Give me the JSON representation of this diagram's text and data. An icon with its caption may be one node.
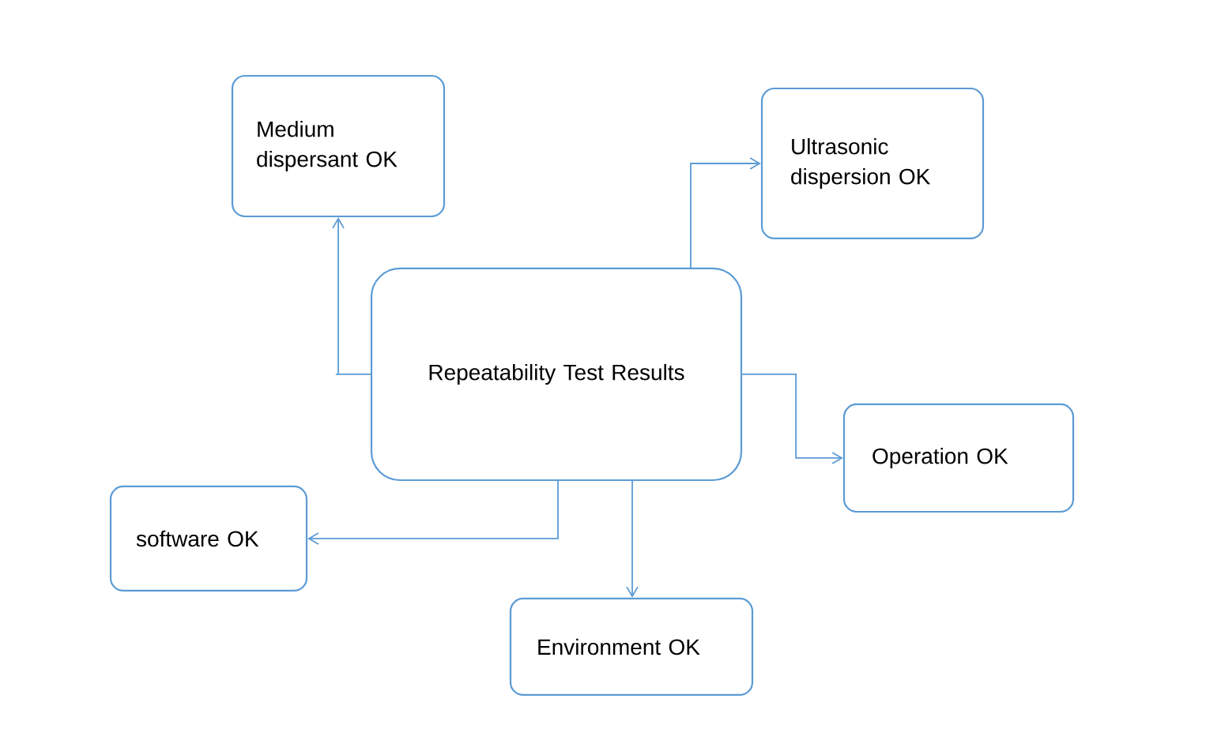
{
  "diagram": {
    "nodes": [
      {
        "text": [
          "Repeatability Test Results"
        ]
      },
      {
        "text": [
          "Medium dispersant OK"
        ]
      },
      {
        "text": [
          "Ultrasonic dispersion OK"
        ]
      },
      {
        "text": [
          "Operation OK"
        ]
      },
      {
        "text": [
          "software OK"
        ]
      },
      {
        "text": [
          "Environment OK"
        ]
      }
    ],
    "edges": [
      {
        "from": 0,
        "to": 1,
        "arrow": "to"
      },
      {
        "from": 0,
        "to": 2,
        "arrow": "to"
      },
      {
        "from": 0,
        "to": 3,
        "arrow": "to"
      },
      {
        "from": 0,
        "to": 4,
        "arrow": "to"
      },
      {
        "from": 0,
        "to": 5,
        "arrow": "to"
      }
    ]
  }
}
